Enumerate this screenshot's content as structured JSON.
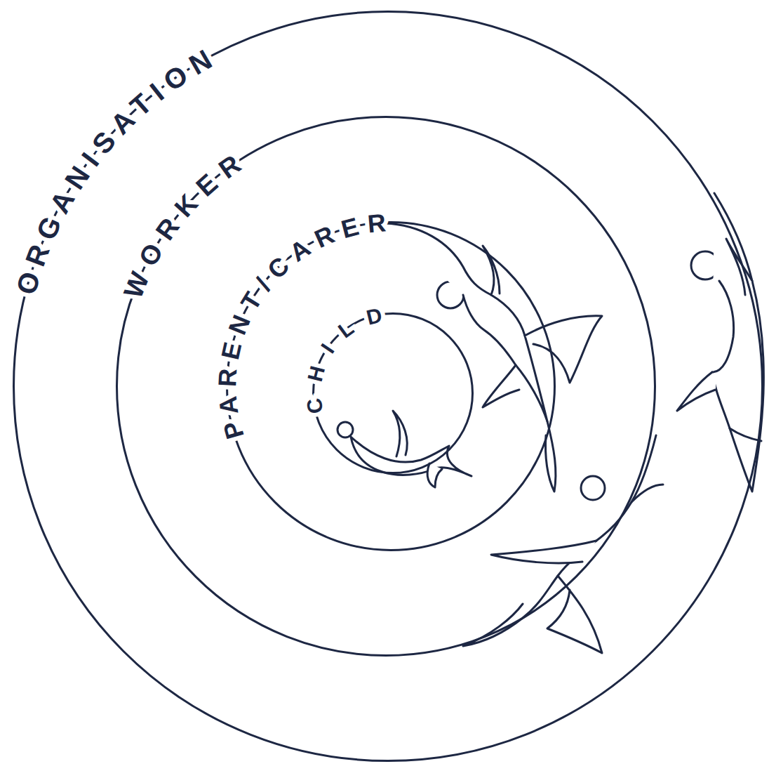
{
  "diagram": {
    "nodes": [
      {
        "text": [
          "ORGANISATION"
        ]
      },
      {
        "text": [
          "WORKER"
        ],
        "in": 0
      },
      {
        "text": [
          "PARENT/CARER"
        ],
        "in": 1
      },
      {
        "text": [
          "CHILD"
        ],
        "in": 2
      }
    ]
  }
}
